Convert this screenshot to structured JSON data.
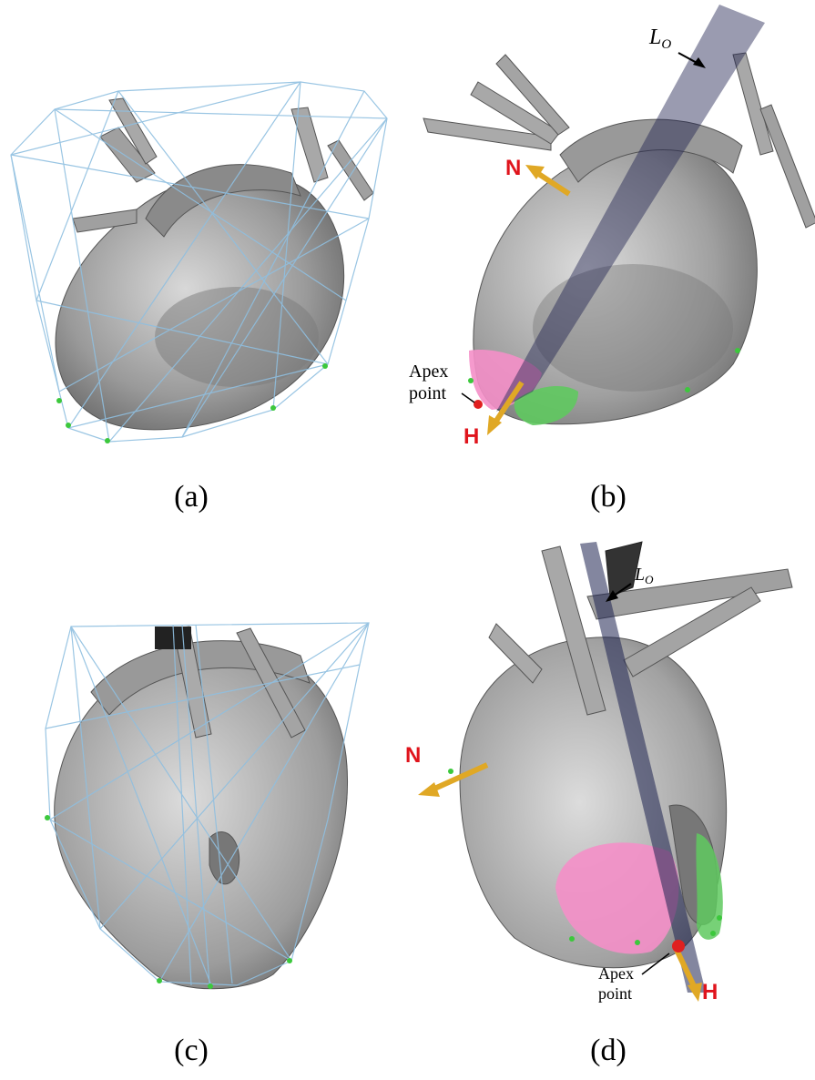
{
  "panels": [
    {
      "id": "a",
      "caption": "(a)"
    },
    {
      "id": "b",
      "caption": "(b)"
    },
    {
      "id": "c",
      "caption": "(c)"
    },
    {
      "id": "d",
      "caption": "(d)"
    }
  ],
  "labels": {
    "b": {
      "lo_main": "L",
      "lo_sub": "O",
      "n": "N",
      "h": "H",
      "apex_line1": "Apex",
      "apex_line2": "point"
    },
    "d": {
      "lo_main": "L",
      "lo_sub": "O",
      "n": "N",
      "h": "H",
      "apex_line1": "Apex",
      "apex_line2": "point"
    }
  },
  "colors": {
    "heart": "#9a9a9a",
    "hull": "#8fbfe0",
    "plane": "#1e2250",
    "arrow": "#e0a825",
    "apex_region": "#f48fc8",
    "green_region": "#5fc95f",
    "label_red": "#e0141c",
    "apex_dot": "#e02020"
  }
}
